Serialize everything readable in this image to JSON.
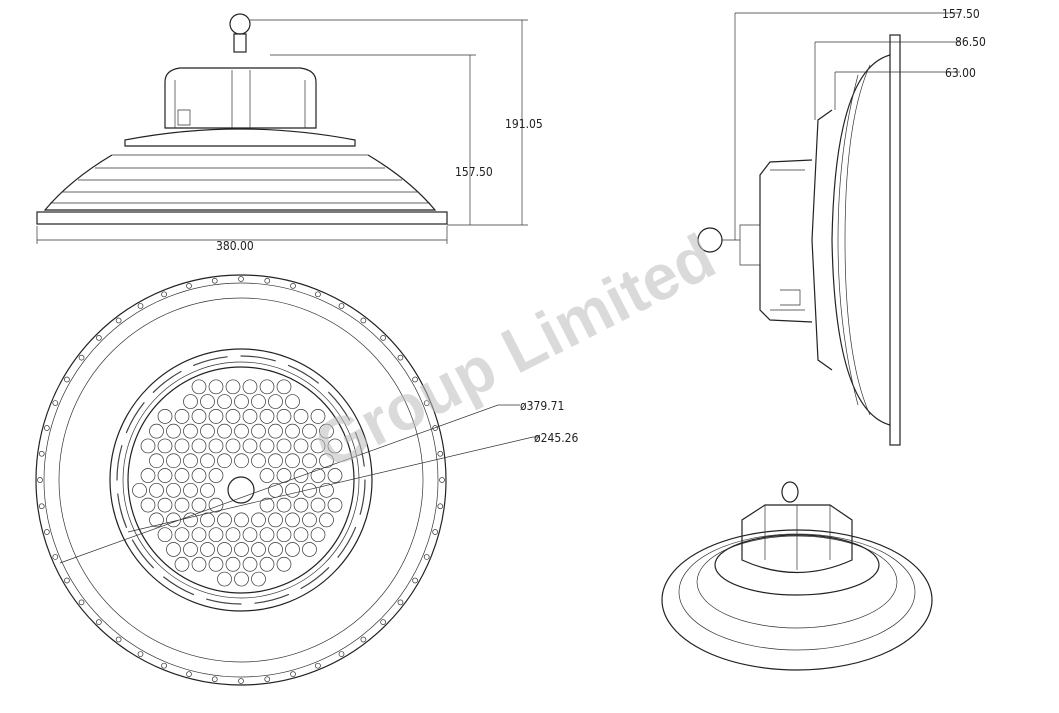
{
  "watermark": "Group Limited",
  "front_view": {
    "dim_total_height": "191.05",
    "dim_body_height": "157.50",
    "dim_width": "380.00"
  },
  "side_view": {
    "dim_overall": "157.50",
    "dim_mid": "86.50",
    "dim_inner": "63.00"
  },
  "bottom_view": {
    "dim_outer_diameter": "ø379.71",
    "dim_inner_diameter": "ø245.26"
  },
  "colors": {
    "line": "#222222",
    "watermark": "#bdbdbd"
  }
}
